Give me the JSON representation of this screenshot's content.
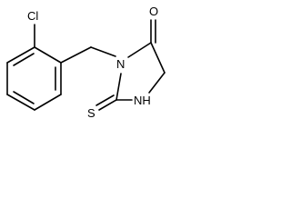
{
  "molecule": {
    "atoms": {
      "chlorine": "Cl",
      "ring_nitrogen": "N",
      "carbonyl_oxygen": "O",
      "nh_group": "NH",
      "thione_sulfur": "S"
    }
  },
  "colors": {
    "bond": "#000000",
    "label": "#000000",
    "background": "#ffffff"
  }
}
